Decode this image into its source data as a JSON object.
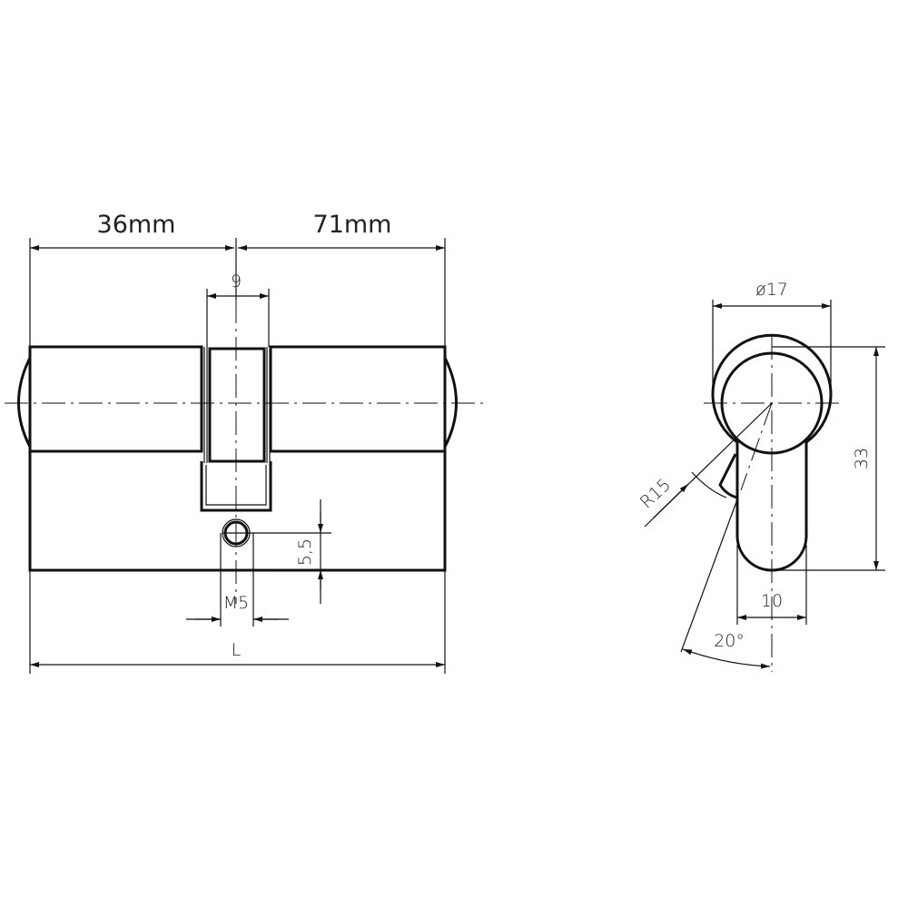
{
  "front_view": {
    "dim_left": "36mm",
    "dim_right": "71mm",
    "dim_cam": "9",
    "dim_screw_offset": "5,5",
    "dim_screw": "M5",
    "dim_total": "L"
  },
  "side_view": {
    "dim_diameter": "ø17",
    "dim_height": "33",
    "dim_radius": "R15",
    "dim_width": "10",
    "dim_angle": "20°"
  }
}
